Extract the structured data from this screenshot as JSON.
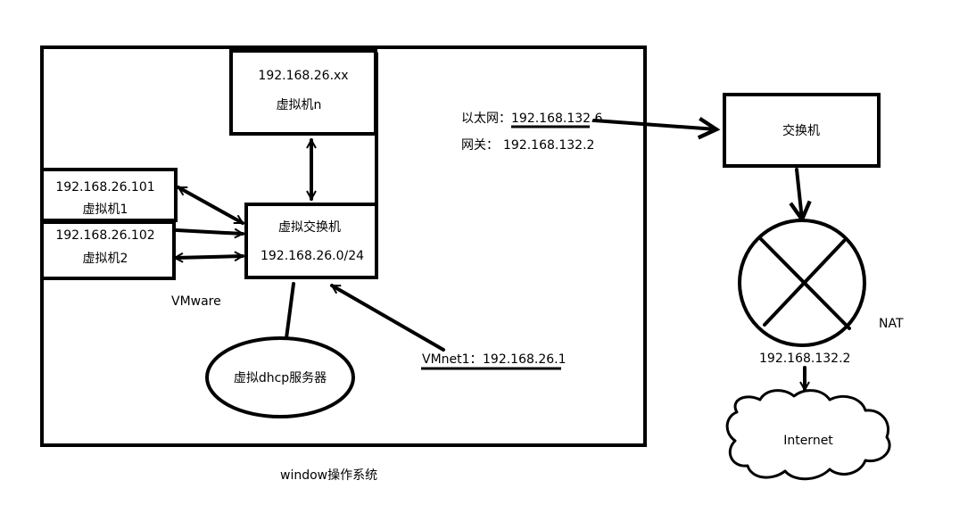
{
  "vm_n": {
    "ip": "192.168.26.xx",
    "name": "虚拟机n"
  },
  "vm_1": {
    "ip": "192.168.26.101",
    "name": "虚拟机1"
  },
  "vm_2": {
    "ip": "192.168.26.102",
    "name": "虚拟机2"
  },
  "vswitch": {
    "name": "虚拟交换机",
    "subnet": "192.168.26.0/24"
  },
  "vmware_label": "VMware",
  "dhcp_label": "虚拟dhcp服务器",
  "vmnet1": {
    "label": "VMnet1：",
    "ip": "192.168.26.1"
  },
  "ethernet": {
    "label": "以太网：",
    "ip": "192.168.132.6"
  },
  "gateway": {
    "label": "网关：",
    "ip": "192.168.132.2"
  },
  "switch_label": "交换机",
  "nat": {
    "label": "NAT",
    "ip": "192.168.132.2"
  },
  "internet_label": "Internet",
  "os_label": "window操作系统"
}
